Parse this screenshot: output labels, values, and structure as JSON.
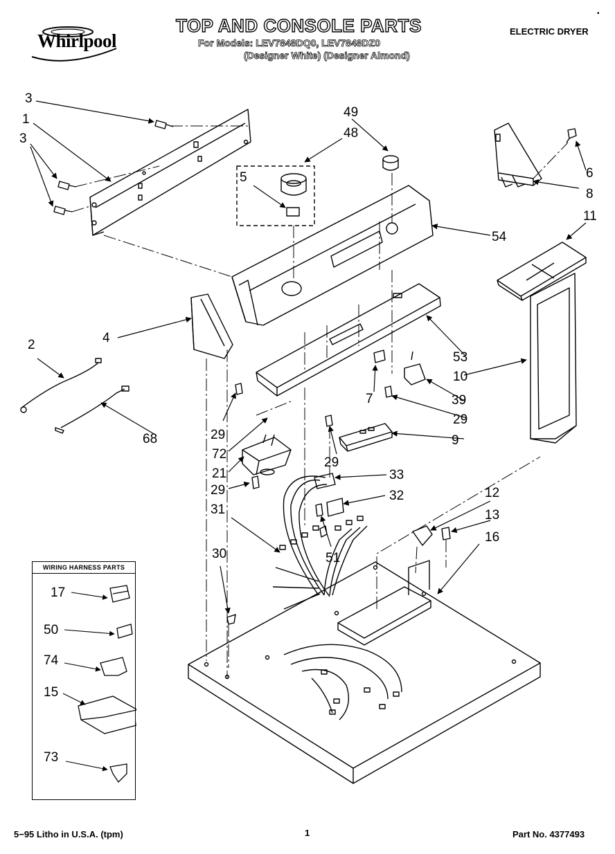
{
  "header": {
    "brand": "Whirlpool",
    "title": "TOP AND CONSOLE PARTS",
    "models_line1": "For Models: LEV7848DQ0, LEV7848DZ0",
    "models_line2": "(Designer White) (Designer Almond)",
    "product_type": "ELECTRIC DRYER"
  },
  "wiring_harness": {
    "title": "WIRING HARNESS PARTS",
    "items": [
      "17",
      "50",
      "74",
      "15",
      "73"
    ]
  },
  "callouts": {
    "c3a": "3",
    "c1": "1",
    "c3b": "3",
    "c49": "49",
    "c48": "48",
    "c5": "5",
    "c6": "6",
    "c8": "8",
    "c11": "11",
    "c54": "54",
    "c4": "4",
    "c2": "2",
    "c53": "53",
    "c10": "10",
    "c7": "7",
    "c39": "39",
    "c29a": "29",
    "c29b": "29",
    "c68": "68",
    "c9": "9",
    "c72": "72",
    "c29c": "29",
    "c21": "21",
    "c33": "33",
    "c29d": "29",
    "c32": "32",
    "c31": "31",
    "c12": "12",
    "c13": "13",
    "c16": "16",
    "c30": "30",
    "c51": "51"
  },
  "footer": {
    "left": "5−95 Litho in U.S.A. (tpm)",
    "center": "1",
    "right": "Part No. 4377493"
  }
}
